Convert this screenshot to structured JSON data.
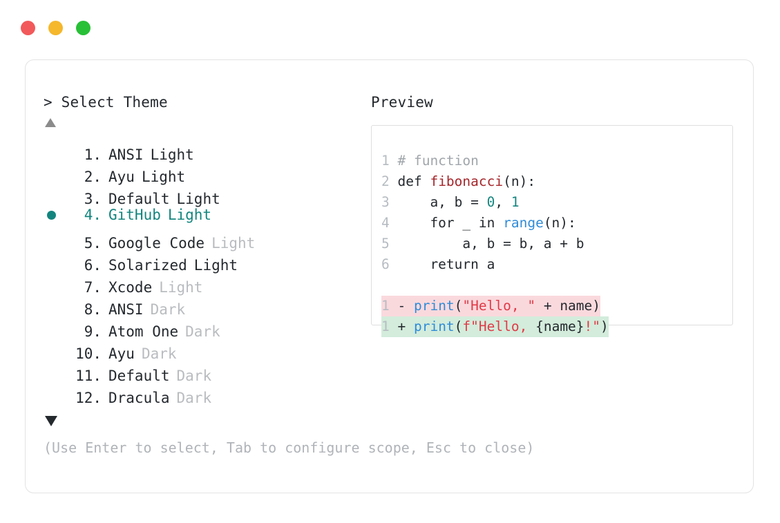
{
  "window": {
    "traffic_lights": [
      {
        "name": "close",
        "color": "#f2595a"
      },
      {
        "name": "minimize",
        "color": "#f5b72c"
      },
      {
        "name": "maximize",
        "color": "#28c036"
      }
    ]
  },
  "left_panel": {
    "title": "> Select Theme",
    "scroll_up_icon": "triangle-up-icon",
    "scroll_down_icon": "triangle-down-icon",
    "selected_index": 4,
    "items": [
      {
        "num": "1.",
        "name": "ANSI",
        "variant": "Light",
        "variant_dim": false,
        "selected": false
      },
      {
        "num": "2.",
        "name": "Ayu",
        "variant": "Light",
        "variant_dim": false,
        "selected": false
      },
      {
        "num": "3.",
        "name": "Default",
        "variant": "Light",
        "variant_dim": false,
        "selected": false
      },
      {
        "num": "4.",
        "name": "GitHub",
        "variant": "Light",
        "variant_dim": false,
        "selected": true
      },
      {
        "num": "5.",
        "name": "Google Code",
        "variant": "Light",
        "variant_dim": true,
        "selected": false
      },
      {
        "num": "6.",
        "name": "Solarized",
        "variant": "Light",
        "variant_dim": false,
        "selected": false
      },
      {
        "num": "7.",
        "name": "Xcode",
        "variant": "Light",
        "variant_dim": true,
        "selected": false
      },
      {
        "num": "8.",
        "name": "ANSI",
        "variant": "Dark",
        "variant_dim": true,
        "selected": false
      },
      {
        "num": "9.",
        "name": "Atom One",
        "variant": "Dark",
        "variant_dim": true,
        "selected": false
      },
      {
        "num": "10.",
        "name": "Ayu",
        "variant": "Dark",
        "variant_dim": true,
        "selected": false
      },
      {
        "num": "11.",
        "name": "Default",
        "variant": "Dark",
        "variant_dim": true,
        "selected": false
      },
      {
        "num": "12.",
        "name": "Dracula",
        "variant": "Dark",
        "variant_dim": true,
        "selected": false
      }
    ],
    "hint": "(Use Enter to select, Tab to configure scope, Esc to close)"
  },
  "right_panel": {
    "title": "Preview",
    "code": {
      "lines": [
        {
          "ln": "1",
          "tokens": [
            {
              "t": "# function",
              "c": "t-comment"
            }
          ]
        },
        {
          "ln": "2",
          "tokens": [
            {
              "t": "def ",
              "c": "t-plain"
            },
            {
              "t": "fibonacci",
              "c": "t-func"
            },
            {
              "t": "(n):",
              "c": "t-plain"
            }
          ]
        },
        {
          "ln": "3",
          "tokens": [
            {
              "t": "    a, b = ",
              "c": "t-plain"
            },
            {
              "t": "0",
              "c": "t-num"
            },
            {
              "t": ", ",
              "c": "t-plain"
            },
            {
              "t": "1",
              "c": "t-num"
            }
          ]
        },
        {
          "ln": "4",
          "tokens": [
            {
              "t": "    for _ in ",
              "c": "t-plain"
            },
            {
              "t": "range",
              "c": "t-builtin"
            },
            {
              "t": "(n):",
              "c": "t-plain"
            }
          ]
        },
        {
          "ln": "5",
          "tokens": [
            {
              "t": "        a, b = b, a + b",
              "c": "t-plain"
            }
          ]
        },
        {
          "ln": "6",
          "tokens": [
            {
              "t": "    return a",
              "c": "t-plain"
            }
          ]
        }
      ],
      "diff": [
        {
          "ln": "1",
          "kind": "delete",
          "marker": "-",
          "tokens": [
            {
              "t": "print",
              "c": "t-builtin"
            },
            {
              "t": "(",
              "c": "t-plain"
            },
            {
              "t": "\"Hello, \"",
              "c": "t-str"
            },
            {
              "t": " + name)",
              "c": "t-plain"
            }
          ]
        },
        {
          "ln": "1",
          "kind": "add",
          "marker": "+",
          "tokens": [
            {
              "t": "print",
              "c": "t-builtin"
            },
            {
              "t": "(",
              "c": "t-plain"
            },
            {
              "t": "f\"Hello, ",
              "c": "t-str"
            },
            {
              "t": "{name}",
              "c": "t-plain"
            },
            {
              "t": "!\"",
              "c": "t-str"
            },
            {
              "t": ")",
              "c": "t-plain"
            }
          ]
        }
      ]
    }
  },
  "colors": {
    "accent_teal": "#13857e",
    "diff_delete_bg": "#fad9dd",
    "diff_add_bg": "#d3ecdb",
    "text": "#24292e",
    "muted": "#b0b4b8",
    "border": "#e3e3e3"
  }
}
